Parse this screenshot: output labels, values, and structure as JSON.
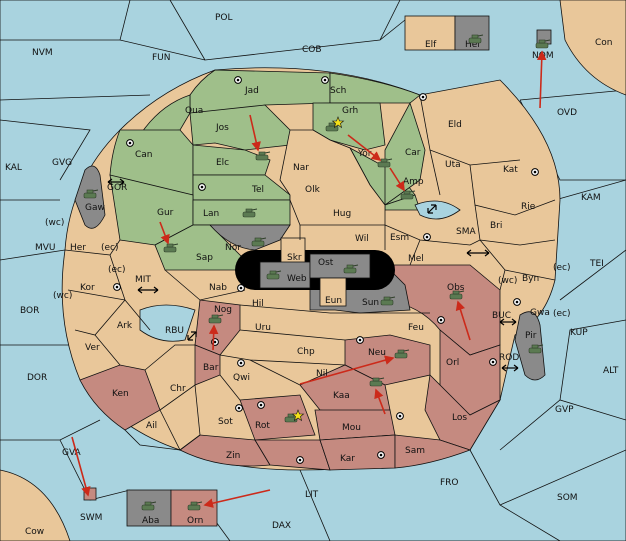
{
  "colors": {
    "sea": "#a9d3df",
    "green_power": "#9fbf8a",
    "neutral_land": "#e9c79a",
    "red_power": "#c58a80",
    "impassable": "#8a8a8a",
    "orders_arrow": "#cc2a1a",
    "unit": "#5b7a52"
  },
  "icons": {
    "supply_center": "supply-center-icon",
    "army": "tank-icon",
    "capital": "star-icon",
    "convoy_link": "double-arrow-icon"
  },
  "sea_regions": [
    "POL",
    "NVM",
    "FUN",
    "COB",
    "KAL",
    "GVG",
    "GOR",
    "MVU",
    "MIT",
    "BOR",
    "RBU",
    "DOR",
    "GVA",
    "ALT",
    "KUP",
    "GVP",
    "FRO",
    "SOM",
    "LIT",
    "DAX",
    "SMA",
    "KAM",
    "TEI",
    "BUC",
    "ROD",
    "OVD"
  ],
  "corner_land": [
    "Con",
    "Cow"
  ],
  "offboard_boxes": [
    "Elf",
    "Hel",
    "NOM",
    "Aba",
    "Orn",
    "SWM"
  ],
  "green_provinces": [
    "Jad",
    "Sch",
    "Qua",
    "Jos",
    "Grh",
    "Can",
    "Elc",
    "Nar",
    "Tel",
    "Gur",
    "Lan",
    "Sap",
    "Nor",
    "Olk",
    "Amp",
    "Yor"
  ],
  "neutral_provinces": [
    "Eld",
    "Car",
    "Uta",
    "Kat",
    "Hug",
    "Rie",
    "Bri",
    "Wil",
    "Esm",
    "Skr",
    "Mel",
    "Byn",
    "Gwa",
    "Her",
    "Kor",
    "Ark",
    "Ver",
    "Nab",
    "Hil",
    "Uru",
    "Chp",
    "Feu",
    "Eun",
    "Chr",
    "Qwi",
    "Sot",
    "Ail",
    "Nil"
  ],
  "red_provinces": [
    "Obs",
    "Nog",
    "Bar",
    "Neu",
    "Orl",
    "Ken",
    "Kaa",
    "Rot",
    "Mou",
    "Los",
    "Zin",
    "Kar",
    "Sam"
  ],
  "impassable_provinces": [
    "Gaw",
    "Pir",
    "Ost",
    "Web",
    "Sun"
  ],
  "coast_labels": [
    "(wc)",
    "(ec)",
    "(ec)",
    "(wc)",
    "(wc)",
    "(ec)",
    "(ec)"
  ]
}
